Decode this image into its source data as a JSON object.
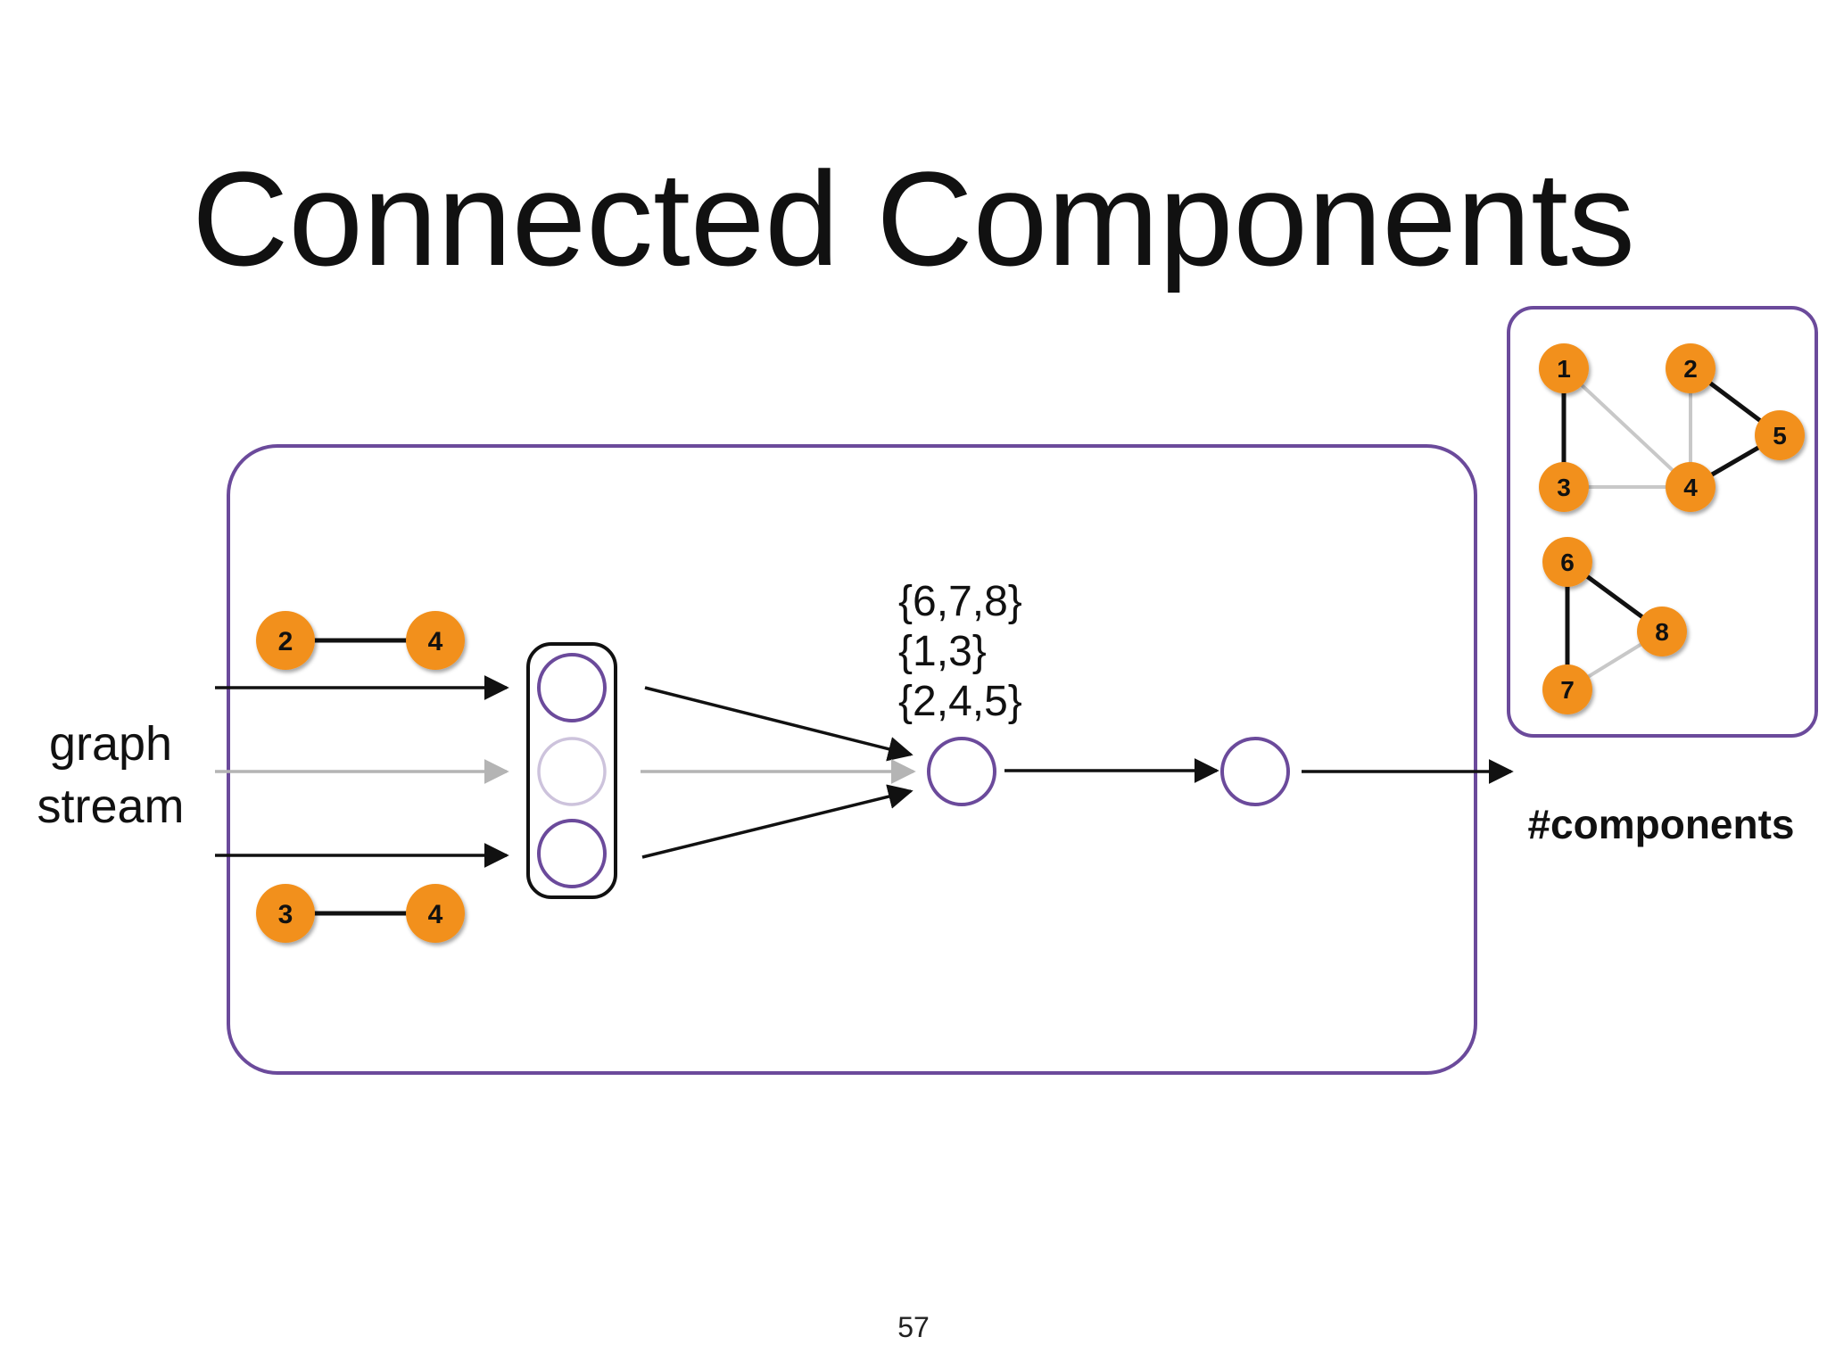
{
  "slide": {
    "title": "Connected Components",
    "page_number": "57"
  },
  "input": {
    "stream_label_line1": "graph",
    "stream_label_line2": "stream",
    "edge_top": {
      "from": "2",
      "to": "4"
    },
    "edge_bottom": {
      "from": "3",
      "to": "4"
    }
  },
  "state": {
    "components": [
      "{6,7,8}",
      "{1,3}",
      "{2,4,5}"
    ]
  },
  "output": {
    "label": "#components"
  },
  "result_graph": {
    "nodes": {
      "n1": "1",
      "n2": "2",
      "n3": "3",
      "n4": "4",
      "n5": "5",
      "n6": "6",
      "n7": "7",
      "n8": "8"
    }
  },
  "colors": {
    "node_fill": "#F2901F",
    "box_stroke": "#6B4A9B",
    "operator_stroke": "#6B4A9B",
    "edge_dark": "#111111",
    "edge_light": "#C8C8C8"
  }
}
